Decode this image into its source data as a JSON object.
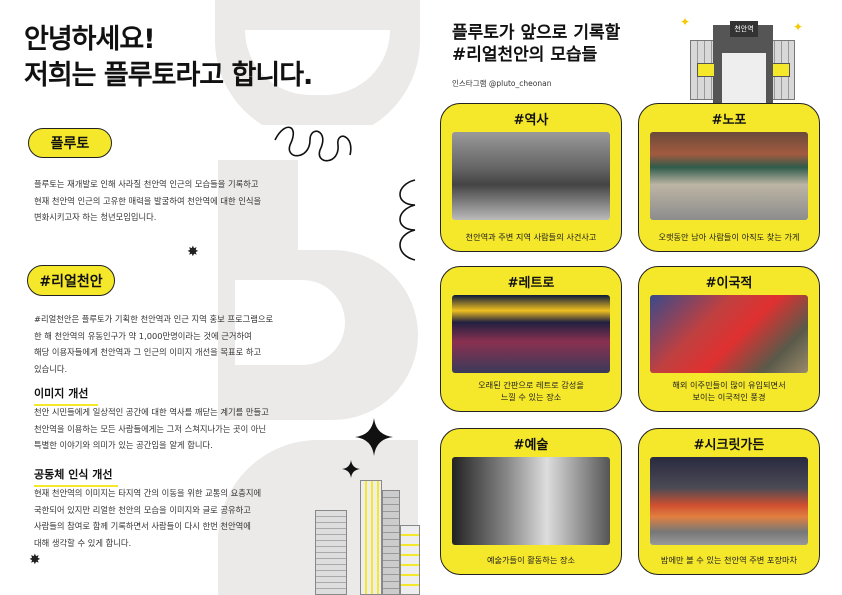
{
  "left": {
    "headline": [
      "안녕하세요!",
      "저희는 플루토라고 합니다."
    ],
    "pluto_pill": "플루토",
    "pluto_text": "플루토는 재개발로 인해 사라질 천안역 인근의 모습들을 기록하고\n현재 천안역 인근의 고유한 매력을 발굴하여 천안역에 대한 인식을\n변화시키고자 하는 청년모임입니다.",
    "real_pill": "#리얼천안",
    "real_text": "#리얼천안은 플루토가 기획한 천안역과 인근 지역 홍보 프로그램으로\n한 해 천안역의 유동인구가 약 1,000만명이라는 것에 근거하여\n해당 이용자들에게 천안역과 그 인근의 이미지 개선을 목표로 하고\n있습니다.",
    "sections": [
      {
        "title": "이미지 개선",
        "text": "천안 시민들에게 일상적인 공간에 대한 역사를 깨닫는 계기를 만들고\n천안역을 이용하는 모든 사람들에게는 그저 스쳐지나가는 곳이 아닌\n특별한 이야기와 의미가 있는 공간임을 알게 합니다."
      },
      {
        "title": "공동체 인식 개선",
        "text": "현재 천안역의 이미지는 타지역 간의 이동을 위한 교통의 요충지에\n국한되어 있지만 리얼한 천안의 모습을 이미지와 글로 공유하고\n사람들의 참여로 함께 기록하면서 사람들이 다시 한번 천안역에\n대해 생각할 수 있게 합니다."
      }
    ]
  },
  "right": {
    "title": [
      "플루토가 앞으로 기록할",
      "#리얼천안의 모습들"
    ],
    "instagram": "인스타그램 @pluto_cheonan",
    "station_sign": "천안역",
    "cards": [
      {
        "title": "#역사",
        "caption": "천안역과 주변 지역 사람들의 사건사고"
      },
      {
        "title": "#노포",
        "caption": "오랫동안 남아 사람들이 아직도 찾는 가게"
      },
      {
        "title": "#레트로",
        "caption": "오래된 간판으로 레트로 감성을\n느낄 수 있는 장소"
      },
      {
        "title": "#이국적",
        "caption": "해외 이주민들이 많이 유입되면서\n보이는 이국적인 풍경"
      },
      {
        "title": "#예술",
        "caption": "예술가들이 활동하는 장소"
      },
      {
        "title": "#시크릿가든",
        "caption": "밤에만 볼 수 있는 천안역 주변 포장마차"
      }
    ]
  },
  "colors": {
    "accent": "#f5e82a",
    "bg_shape": "#ebeae8"
  }
}
